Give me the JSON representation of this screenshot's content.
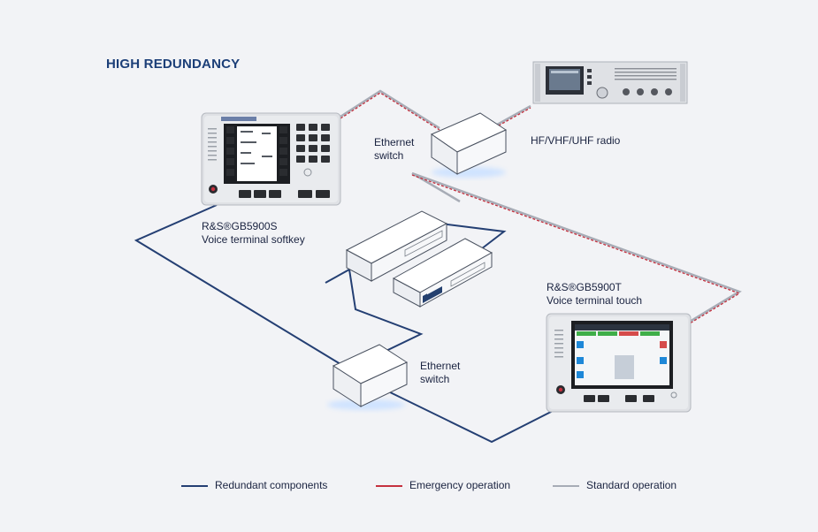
{
  "title": "HIGH REDUNDANCY",
  "colors": {
    "redundant": "#243f73",
    "emergency": "#c5313f",
    "standard": "#a7acb6",
    "background": "#f2f3f6"
  },
  "devices": {
    "softkey": {
      "name": "R&S®GB5900S",
      "description": "Voice terminal softkey"
    },
    "touch": {
      "name": "R&S®GB5900T",
      "description": "Voice terminal touch"
    },
    "radio": {
      "name": "HF/VHF/UHF radio"
    }
  },
  "switches": {
    "top": {
      "line1": "Ethernet",
      "line2": "switch"
    },
    "bottom": {
      "line1": "Ethernet",
      "line2": "switch"
    }
  },
  "legend": [
    {
      "label": "Redundant components",
      "color": "#243f73"
    },
    {
      "label": "Emergency operation",
      "color": "#c5313f"
    },
    {
      "label": "Standard operation",
      "color": "#a7acb6"
    }
  ]
}
